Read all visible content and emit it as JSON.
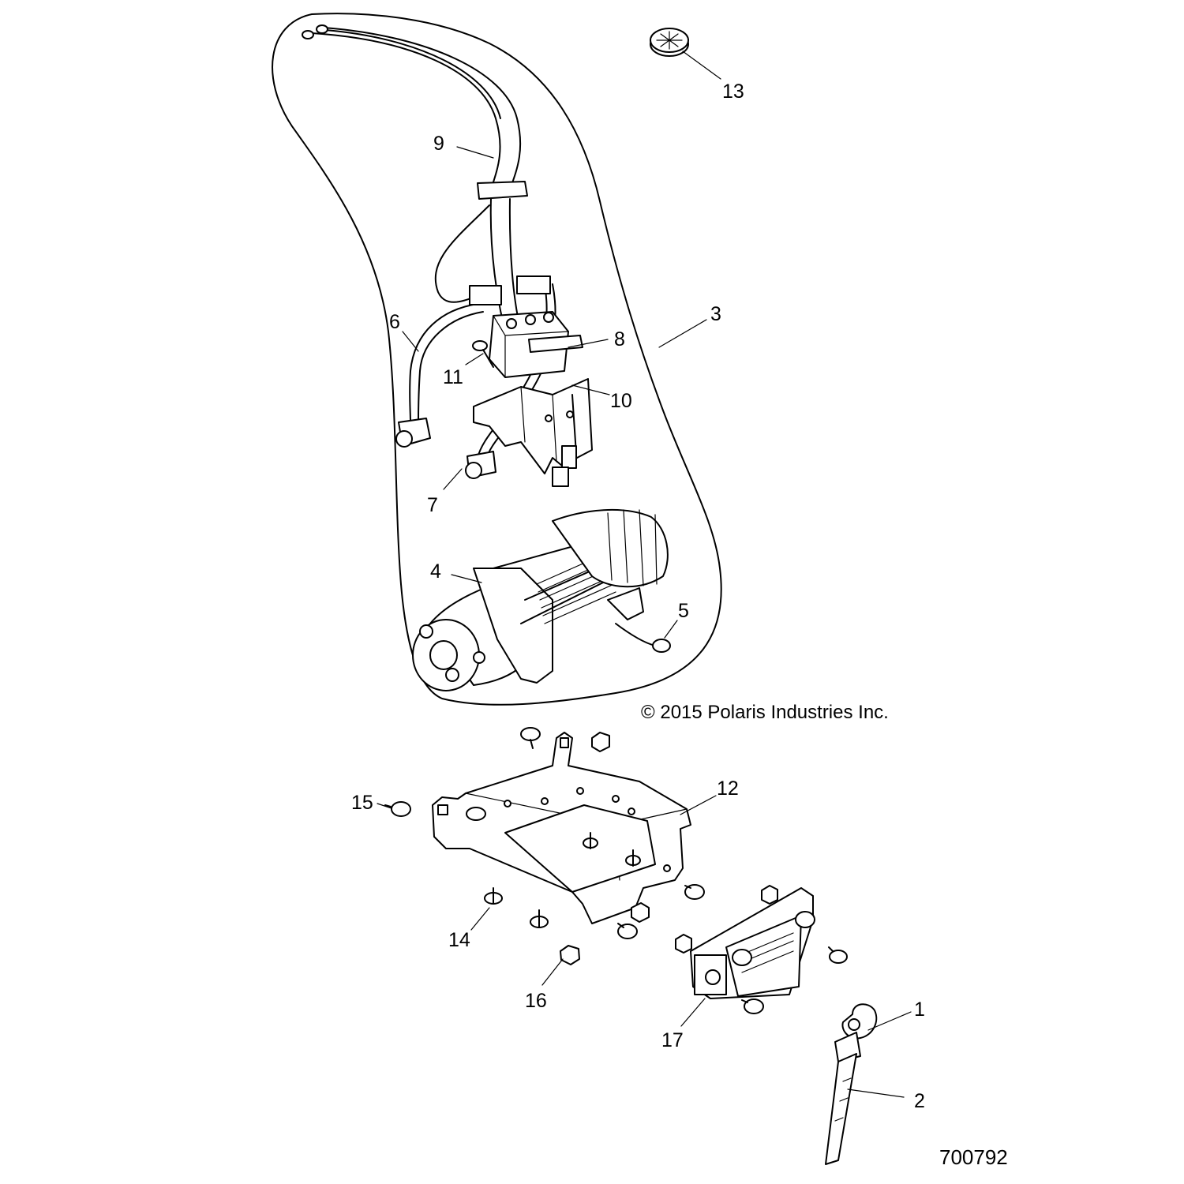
{
  "callouts": [
    "1",
    "2",
    "3",
    "4",
    "5",
    "6",
    "7",
    "8",
    "9",
    "10",
    "11",
    "12",
    "13",
    "14",
    "15",
    "16",
    "17"
  ],
  "copyright": "© 2015 Polaris Industries Inc.",
  "drawing_number": "700792"
}
